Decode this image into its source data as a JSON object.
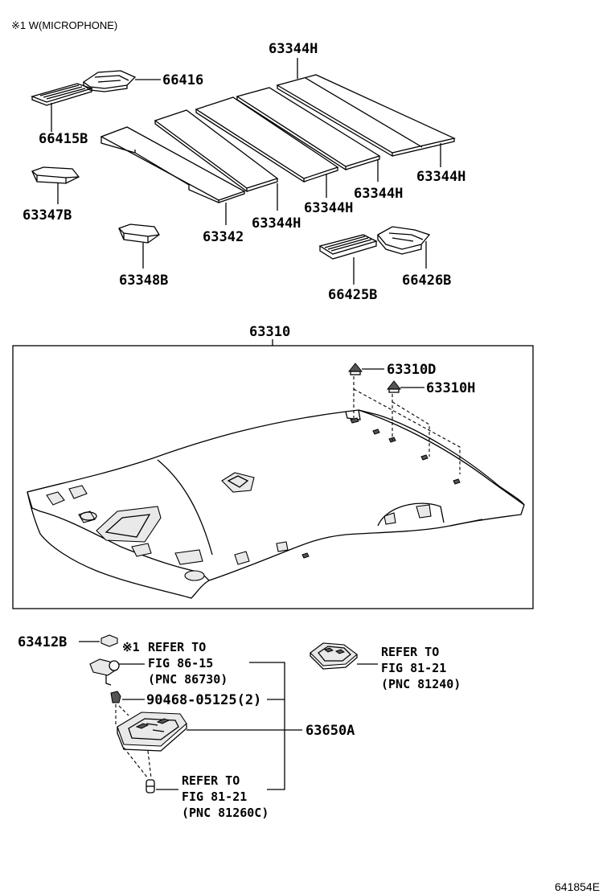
{
  "header_note": "※1 W(MICROPHONE)",
  "parts": {
    "p66416": "66416",
    "p66415B": "66415B",
    "p63347B": "63347B",
    "p63348B": "63348B",
    "p63342": "63342",
    "p63344H_a": "63344H",
    "p63344H_b": "63344H",
    "p63344H_c": "63344H",
    "p63344H_d": "63344H",
    "p63344H_top": "63344H",
    "p66425B": "66425B",
    "p66426B": "66426B",
    "p63310": "63310",
    "p63310D": "63310D",
    "p63310H": "63310H",
    "p63412B": "63412B",
    "p90468": "90468-05125(2)",
    "p63650A": "63650A"
  },
  "refs": {
    "mic": {
      "mark": "※1",
      "line1": "REFER TO",
      "line2": "FIG 86-15",
      "line3": "(PNC 86730)"
    },
    "lamp": {
      "line1": "REFER TO",
      "line2": "FIG 81-21",
      "line3": "(PNC 81240)"
    },
    "bulb": {
      "line1": "REFER TO",
      "line2": "FIG 81-21",
      "line3": "(PNC 81260C)"
    }
  },
  "footer_code": "641854E"
}
